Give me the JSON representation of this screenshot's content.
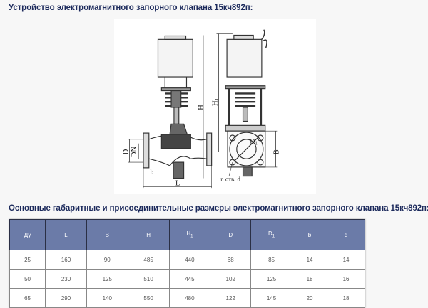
{
  "section1": {
    "title": "Устройство электромагнитного запорного клапана 15кч892п:"
  },
  "drawing": {
    "labels": {
      "D": "D",
      "DN": "DN",
      "b": "b",
      "L": "L",
      "H": "H",
      "H1": "H",
      "H1_sub": "1",
      "B": "B",
      "D1": "D",
      "D1_sub": "1",
      "holes": "n отв. d"
    }
  },
  "section2": {
    "title": "Основные габаритные и присоединительные размеры электромагнитного запорного клапана 15кч892п:"
  },
  "table": {
    "header_color": "#6b7ba8",
    "columns": [
      {
        "label": "Ду",
        "sub": ""
      },
      {
        "label": "L",
        "sub": ""
      },
      {
        "label": "B",
        "sub": ""
      },
      {
        "label": "H",
        "sub": ""
      },
      {
        "label": "H",
        "sub": "1"
      },
      {
        "label": "D",
        "sub": ""
      },
      {
        "label": "D",
        "sub": "1"
      },
      {
        "label": "b",
        "sub": ""
      },
      {
        "label": "d",
        "sub": ""
      }
    ],
    "rows": [
      [
        "25",
        "160",
        "90",
        "485",
        "440",
        "68",
        "85",
        "14",
        "14"
      ],
      [
        "50",
        "230",
        "125",
        "510",
        "445",
        "102",
        "125",
        "18",
        "16"
      ],
      [
        "65",
        "290",
        "140",
        "550",
        "480",
        "122",
        "145",
        "20",
        "18"
      ]
    ]
  }
}
